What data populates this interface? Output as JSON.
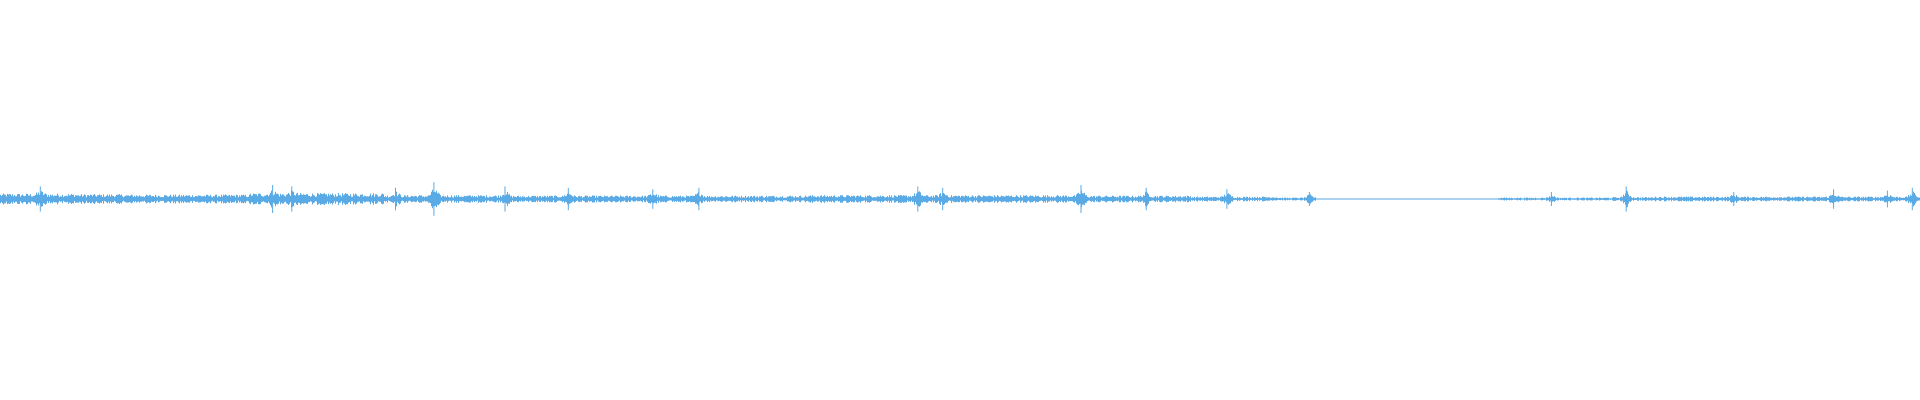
{
  "waveform": {
    "color": "#5aaae6",
    "background": "#ffffff",
    "segments": [
      {
        "start": 0.0,
        "end": 0.04,
        "level": 0.55
      },
      {
        "start": 0.04,
        "end": 0.065,
        "level": 0.5
      },
      {
        "start": 0.065,
        "end": 0.13,
        "level": 0.45
      },
      {
        "start": 0.13,
        "end": 0.2,
        "level": 0.6
      },
      {
        "start": 0.2,
        "end": 0.26,
        "level": 0.4
      },
      {
        "start": 0.26,
        "end": 0.33,
        "level": 0.35
      },
      {
        "start": 0.33,
        "end": 0.42,
        "level": 0.35
      },
      {
        "start": 0.42,
        "end": 0.48,
        "level": 0.4
      },
      {
        "start": 0.48,
        "end": 0.56,
        "level": 0.4
      },
      {
        "start": 0.56,
        "end": 0.62,
        "level": 0.35
      },
      {
        "start": 0.62,
        "end": 0.665,
        "level": 0.25
      },
      {
        "start": 0.665,
        "end": 0.685,
        "level": 0.15
      },
      {
        "start": 0.685,
        "end": 0.78,
        "level": 0.03
      },
      {
        "start": 0.78,
        "end": 0.84,
        "level": 0.15
      },
      {
        "start": 0.84,
        "end": 0.86,
        "level": 0.2
      },
      {
        "start": 0.86,
        "end": 1.0,
        "level": 0.25
      }
    ],
    "peaks": [
      {
        "pos": 0.021,
        "level": 0.9
      },
      {
        "pos": 0.142,
        "level": 1.0
      },
      {
        "pos": 0.152,
        "level": 0.9
      },
      {
        "pos": 0.206,
        "level": 0.8
      },
      {
        "pos": 0.226,
        "level": 1.2
      },
      {
        "pos": 0.263,
        "level": 0.9
      },
      {
        "pos": 0.296,
        "level": 0.8
      },
      {
        "pos": 0.34,
        "level": 0.7
      },
      {
        "pos": 0.364,
        "level": 0.8
      },
      {
        "pos": 0.478,
        "level": 0.9
      },
      {
        "pos": 0.491,
        "level": 0.8
      },
      {
        "pos": 0.563,
        "level": 1.0
      },
      {
        "pos": 0.597,
        "level": 0.8
      },
      {
        "pos": 0.639,
        "level": 0.7
      },
      {
        "pos": 0.682,
        "level": 0.5
      },
      {
        "pos": 0.808,
        "level": 0.5
      },
      {
        "pos": 0.847,
        "level": 0.9
      },
      {
        "pos": 0.903,
        "level": 0.5
      },
      {
        "pos": 0.955,
        "level": 0.7
      },
      {
        "pos": 0.983,
        "level": 0.6
      },
      {
        "pos": 0.996,
        "level": 0.8
      }
    ]
  }
}
